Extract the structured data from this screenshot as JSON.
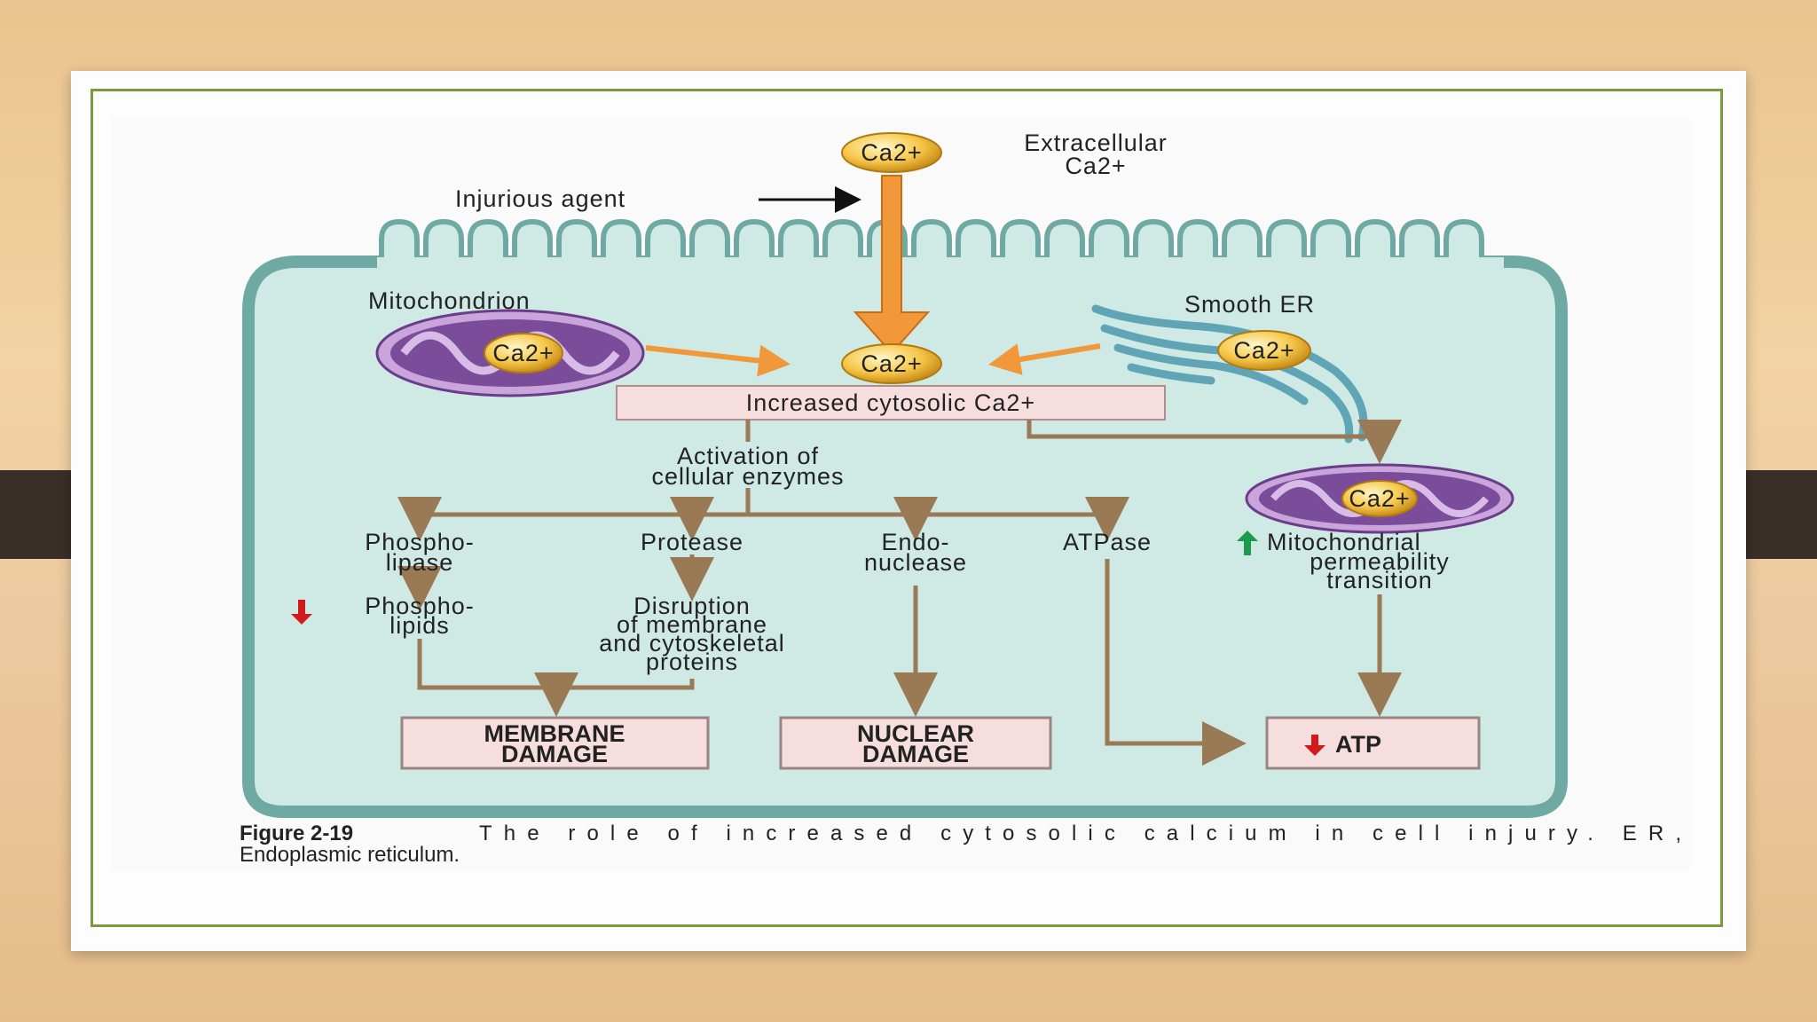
{
  "diagram": {
    "extracellular": {
      "lines": [
        "Extracellular",
        "Ca2+"
      ]
    },
    "ca_label": "Ca2+",
    "injurious_agent": "Injurious agent",
    "mitochondrion": "Mitochondrion",
    "smooth_er": "Smooth ER",
    "increased_ca": "Increased cytosolic Ca2+",
    "activation": {
      "lines": [
        "Activation of",
        "cellular enzymes"
      ]
    },
    "phospholipase": {
      "lines": [
        "Phospho-",
        "lipase"
      ]
    },
    "protease": "Protease",
    "endonuclease": {
      "lines": [
        "Endo-",
        "nuclease"
      ]
    },
    "atpase": "ATPase",
    "mpt": {
      "lines": [
        "Mitochondrial",
        "permeability",
        "transition"
      ]
    },
    "phospholipids": {
      "lines": [
        "Phospho-",
        "lipids"
      ]
    },
    "disruption": {
      "lines": [
        "Disruption",
        "of membrane",
        "and cytoskeletal",
        "proteins"
      ]
    },
    "membrane_damage": {
      "lines": [
        "MEMBRANE",
        "DAMAGE"
      ]
    },
    "nuclear_damage": {
      "lines": [
        "NUCLEAR",
        "DAMAGE"
      ]
    },
    "atp": "ATP",
    "caption": {
      "bold": "Figure 2-19",
      "line1": "The role of increased cytosolic calcium in cell injury. ER,",
      "line2": "Endoplasmic reticulum."
    }
  },
  "colors": {
    "cell_fill": "#cfe9e4",
    "cell_border": "#6fa9a3",
    "ca_ball": "#f6c84a",
    "big_arrow": "#f0983a",
    "flow_arrow": "#9a7a55",
    "box_fill": "#f7dede",
    "mito": "#7a4c99",
    "down_red": "#d11a1a",
    "up_green": "#1d9a4a",
    "frame": "#7c9a3c"
  }
}
